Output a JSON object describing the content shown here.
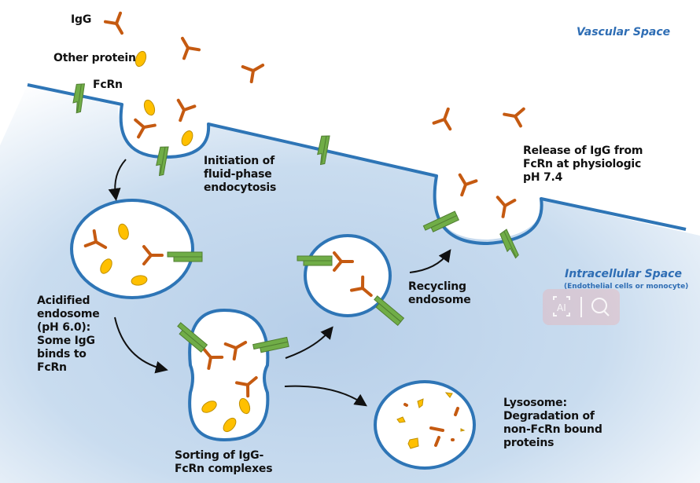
{
  "legend": {
    "igg_label": "IgG",
    "other_protein_label": "Other protein",
    "fcrn_label": "FcRn"
  },
  "regions": {
    "vascular": "Vascular Space",
    "intracellular": "Intracellular Space",
    "intracellular_sub": "(Endothelial cells or monocyte)"
  },
  "steps": [
    {
      "id": "initiation",
      "text": "Initiation of\nfluid-phase\nendocytosis"
    },
    {
      "id": "acidified",
      "text": "Acidified\nendosome\n(pH 6.0):\nSome IgG\nbinds to\nFcRn"
    },
    {
      "id": "sorting",
      "text": "Sorting of IgG-\nFcRn complexes"
    },
    {
      "id": "recycling",
      "text": "Recycling\nendosome"
    },
    {
      "id": "release",
      "text": "Release of IgG from\nFcRn at physiologic\npH 7.4"
    },
    {
      "id": "lysosome",
      "text": "Lysosome:\nDegradation of\nnon-FcRn bound\nproteins"
    }
  ],
  "colors": {
    "membrane": "#2e75b6",
    "igg": "#c55a11",
    "protein": "#ffc000",
    "protein_stroke": "#bf8f00",
    "fcrn": "#70ad47",
    "fcrn_stroke": "#507e32",
    "cytoplasm": "#c5d9ee",
    "region_text": "#2e6db4"
  },
  "watermark": {
    "icons": [
      "ai-icon",
      "search-icon"
    ]
  }
}
